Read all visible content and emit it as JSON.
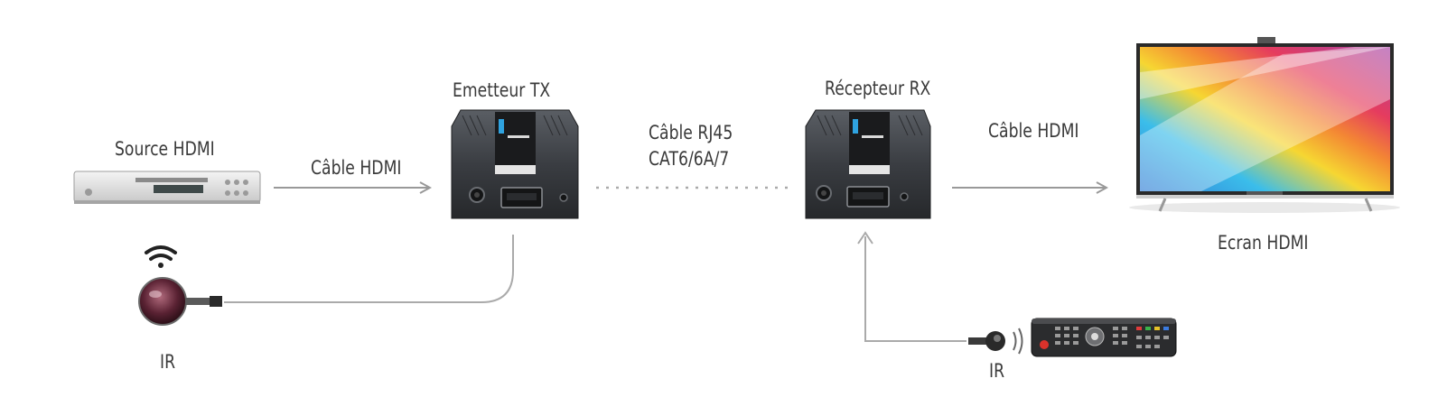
{
  "labels": {
    "source": "Source HDMI",
    "cable_hdmi_left": "Câble HDMI",
    "emitter": "Emetteur TX",
    "rj45_line1": "Câble RJ45",
    "rj45_line2": "CAT6/6A/7",
    "receiver": "Récepteur RX",
    "cable_hdmi_right": "Câble HDMI",
    "screen": "Ecran HDMI",
    "ir_left": "IR",
    "ir_right": "IR"
  },
  "colors": {
    "arrow": "#999999",
    "device_body": "#3c3f44",
    "device_dark": "#1f2124",
    "accent_blue": "#2fa3e0"
  }
}
